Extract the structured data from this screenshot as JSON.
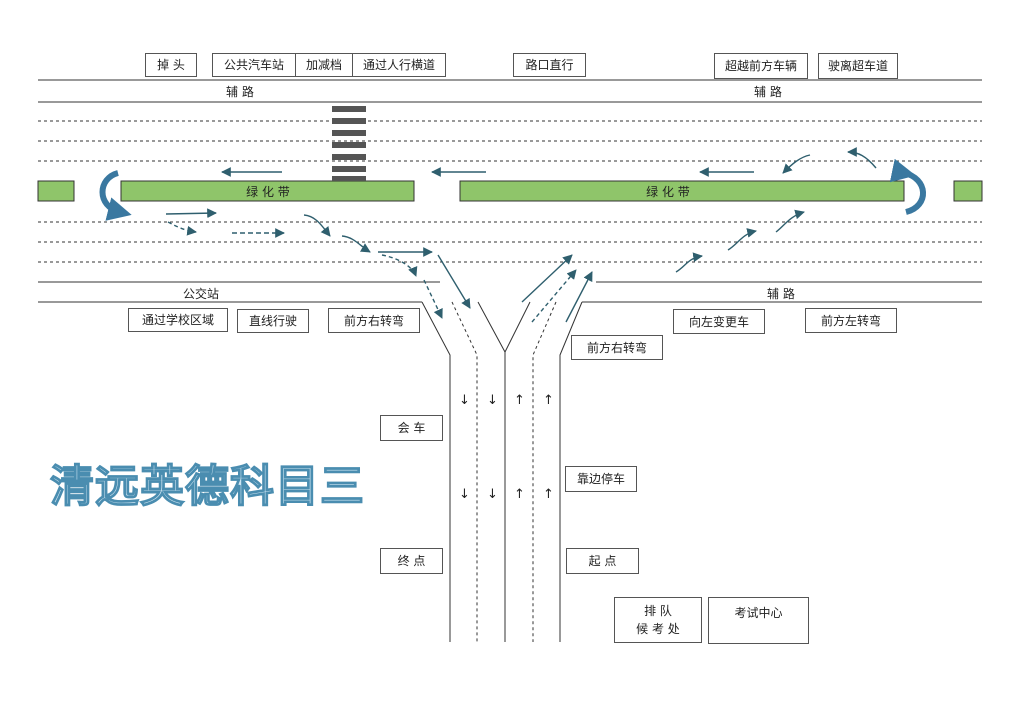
{
  "top_labels": {
    "u_turn": "掉 头",
    "bus_stop": "公共汽车站",
    "gear_change": "加减档",
    "crosswalk": "通过人行横道",
    "straight_intersection": "路口直行",
    "overtake": "超越前方车辆",
    "leave_overtake_lane": "驶离超车道"
  },
  "road_labels": {
    "service_road_top_left": "辅 路",
    "service_road_top_right": "辅 路",
    "service_road_bottom_right": "辅 路",
    "green_belt_left": "绿 化 带",
    "green_belt_right": "绿 化 带",
    "bus_station": "公交站"
  },
  "middle_labels": {
    "school_zone": "通过学校区域",
    "straight_drive": "直线行驶",
    "right_turn_left": "前方右转弯",
    "left_lane_change": "向左变更车",
    "left_turn": "前方左转弯",
    "right_turn_right": "前方右转弯"
  },
  "bottom_labels": {
    "meet_car": "会 车",
    "pull_over": "靠边停车",
    "end_point": "终 点",
    "start_point": "起 点",
    "queue_line1": "排 队",
    "queue_line2": "候 考 处",
    "exam_center": "考试中心"
  },
  "lane_arrows": {
    "down": "↓",
    "up": "↑"
  },
  "watermark": "清远英德科目三",
  "colors": {
    "green_belt": "#8fc56a",
    "arrow": "#2f5f6e",
    "u_turn_arrow": "#3a78a0",
    "road_line": "#333333"
  }
}
